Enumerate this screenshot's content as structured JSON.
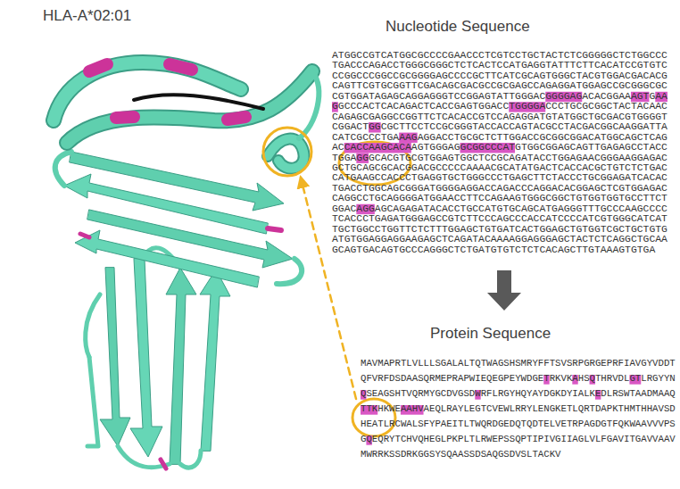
{
  "diagram": {
    "title": "HLA-A*02:01",
    "labels": [
      "Nucleotide Sequence",
      "ATGGCCGTCATGGCGCCCCGAACCCTCGTCCTGCTACTCTCGGGGGCTCTGGCCC",
      "TGACCCAGACCTGGGCGGGCTCTCACTCCATGAGGTATTTCTTCACATCCGTGTC",
      "CCGGCCCGGCCGCGGGGAGCCCCGCTTCATCGCAGTGGGCTACGTGGACGACACG",
      "CAGTTCGTGCGGTTCGACAGCGACGCCGCGAGCCAGAGGATGGAGCCGCGGGCGC",
      "CGTGGATAGAGCAGGAGGGTCCGGAGTATTGGGACGGGGAGACACGGAAAGTGAA",
      "GGCCCACTCACAGACTCACCGAGTGGACCTGGGGACCCTGCGCGGCTACTACAAC",
      "CAGAGCGAGGCCGGTTCTCACACCGTCCAGAGGATGTATGGCTGCGACGTGGGGT",
      "CGGACTGGCGCTTCCTCCGCGGGTACCACCAGTACGCCTACGACGGCAAGGATTA",
      "CATCGCCCTGAAAGAGGACCTGCGCTCTTGGACCGCGGCGGACATGGCAGCTCAG",
      "ACCACCAAGCACAAGTGGGAGGCGGCCCATGTGGCGGAGCAGTTGAGAGCCTACC",
      "TGGAGGGCACGTGCGTGGAGTGGCTCCGCAGATACCTGGAGAACGGGAAGGAGAC",
      "GCTGCAGCGCACGGACGCCCCCAAAACGCATATGACTCACCACGCTGTCTCTGAC",
      "CATGAAGCCACCCTGAGGTGCTGGGCCCTGAGCTTCTACCCTGCGGAGATCACAC",
      "TGACCTGGCAGCGGGATGGGGAGGACCAGACCCAGGACACGGAGCTCGTGGAGAC",
      "CAGGCCTGCAGGGGATGGAACCTTCCAGAAGTGGGCGGCTGTGGTGGTGCCTTCT",
      "GGACAGGAGCAGAGATACACCTGCCATGTGCAGCATGAGGGTTTGCCCAAGCCCC",
      "TCACCCTGAGATGGGAGCCGTCTTCCCAGCCCACCATCCCCATCGTGGGCATCAT",
      "TGCTGGCCTGGTTCTCTTTGGAGCTGTGATCACTGGAGCTGTGGTCGCTGCTGTG",
      "ATGTGGAGGAGGAAGAGCTCAGATACAAAAGGAGGGAGCTACTCTCAGGCTGCAA",
      "GCAGTGACAGTGCCCAGGGCTCTGATGTGTCTCTCACAGCTTGTAAAGTGTGA",
      "Protein Sequence",
      "MAVMAPRTLVLLLSGALALTQTWAGSHSMRYFFTSVSRPGRGEPRFIAVGYVDDT",
      "QFVRFDSDAASQRMEPRAPWIEQEGPEYWDGETRKVKAHSQTHRVDLGTLRGYYN",
      "QSEAGSHTVQRMYGCDVGSDWRFLRGYHQYAYDGKDYIALKEDLRSWTAADMAAQ",
      "TTKHKWEAAHVAEQLRAYLEGTCVEWLRRYLENGKETLQRTDAPKTHMTHHAVSD",
      "HEATLRCWALSFYPAEITLTWQRDGEDQTQDTELVETRPAGDGTFQKWAAVVVPS",
      "GQEQRYTCHVQHEGLPKPLTLRWEPSSQPTIPIVGIIAGLVLFGAVITGAVVAAV",
      "MWRRKSSDRKGGSYSQAASSDSAQGSDVSLTACKV"
    ]
  }
}
